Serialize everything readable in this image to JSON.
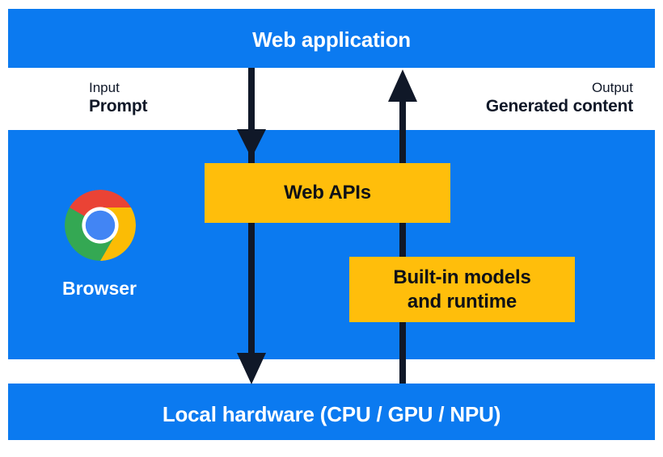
{
  "diagram": {
    "title": "Web application",
    "layers": [
      {
        "id": "web-application",
        "label": "Web application"
      },
      {
        "id": "browser",
        "label": "Browser"
      },
      {
        "id": "local-hardware",
        "label": "Local hardware (CPU / GPU / NPU)"
      }
    ],
    "flows": [
      {
        "id": "input",
        "kind": "Input",
        "value": "Prompt",
        "direction": "down"
      },
      {
        "id": "output",
        "kind": "Output",
        "value": "Generated content",
        "direction": "up"
      }
    ],
    "boxes": [
      {
        "id": "web-apis",
        "label": "Web APIs"
      },
      {
        "id": "builtin-models",
        "line1": "Built-in models",
        "line2": "and runtime"
      }
    ],
    "icons": {
      "chrome": "chrome-logo"
    },
    "colors": {
      "band_blue": "#0b7af0",
      "box_yellow": "#ffbe0b",
      "arrow_navy": "#101828",
      "text_on_blue": "#ffffff",
      "text_on_yellow": "#0d1117",
      "text_on_white": "#101828",
      "chrome_red": "#ea4335",
      "chrome_yellow": "#fbbc05",
      "chrome_green": "#34a853",
      "chrome_blue": "#4285f4",
      "background": "#ffffff"
    }
  }
}
